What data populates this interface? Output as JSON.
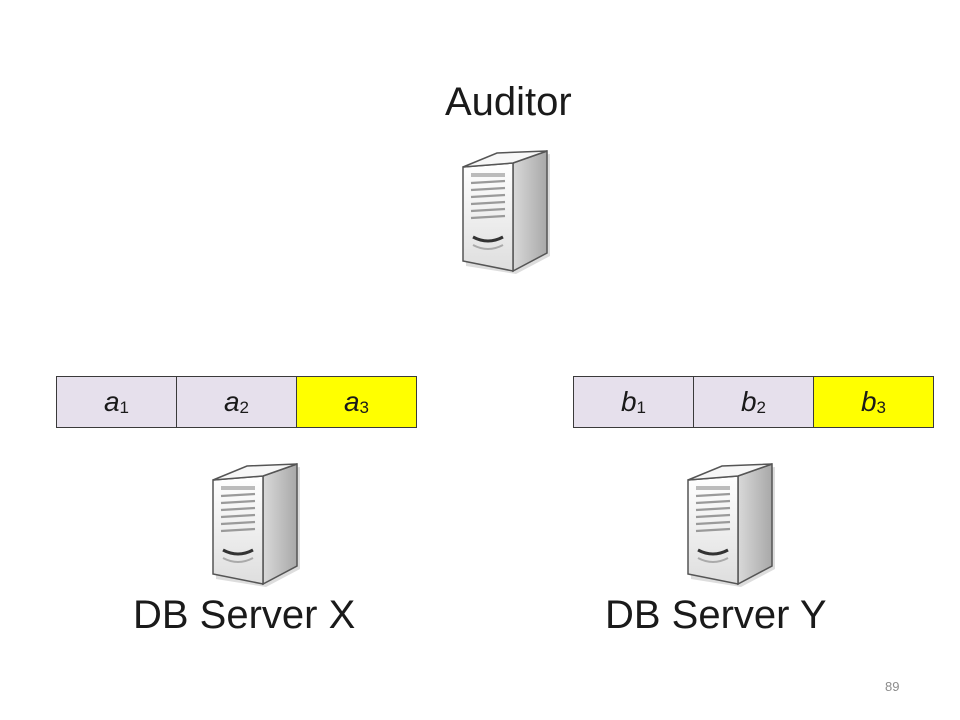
{
  "auditor": {
    "label": "Auditor"
  },
  "server_x": {
    "label": "DB Server X",
    "records": [
      {
        "letter": "a",
        "index": "1",
        "fill": "#e6e0ec"
      },
      {
        "letter": "a",
        "index": "2",
        "fill": "#e6e0ec"
      },
      {
        "letter": "a",
        "index": "3",
        "fill": "#ffff00"
      }
    ]
  },
  "server_y": {
    "label": "DB Server Y",
    "records": [
      {
        "letter": "b",
        "index": "1",
        "fill": "#e6e0ec"
      },
      {
        "letter": "b",
        "index": "2",
        "fill": "#e6e0ec"
      },
      {
        "letter": "b",
        "index": "3",
        "fill": "#ffff00"
      }
    ]
  },
  "page_number": "89",
  "colors": {
    "record_default": "#e6e0ec",
    "record_highlight": "#ffff00",
    "server_body": "#f2f2f2"
  },
  "icons": [
    "server-icon"
  ]
}
